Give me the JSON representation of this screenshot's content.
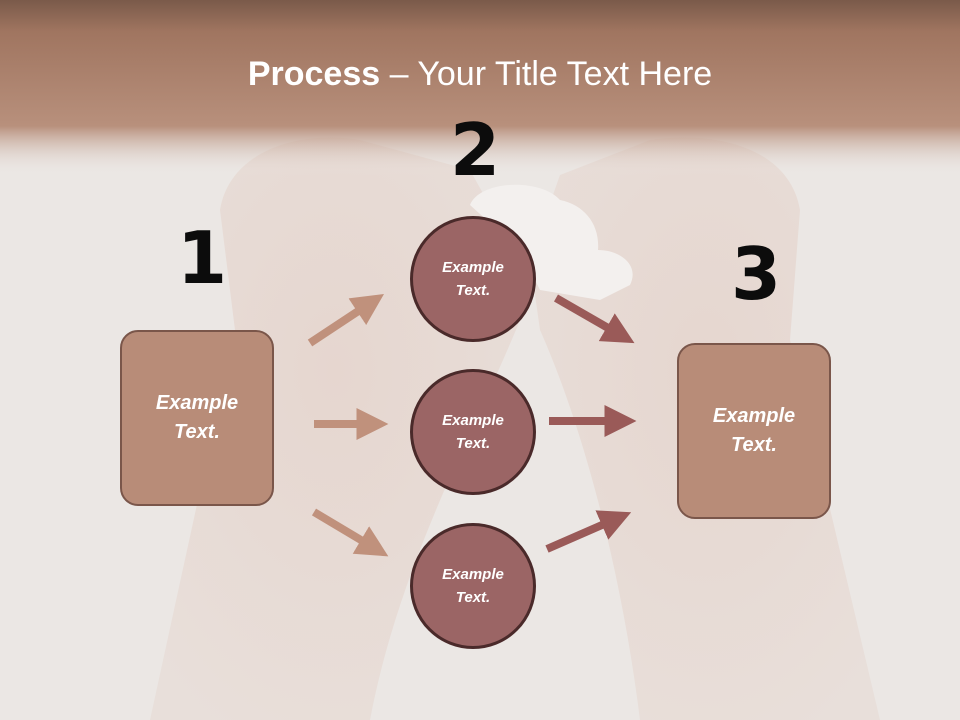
{
  "title": {
    "bold": "Process",
    "rest": " – Your Title Text Here"
  },
  "steps": {
    "one": "1",
    "two": "2",
    "three": "3"
  },
  "nodes": {
    "left": "Example\nText.",
    "right": "Example\nText.",
    "circle_top": "Example\nText.",
    "circle_middle": "Example\nText.",
    "circle_bottom": "Example\nText."
  },
  "colors": {
    "header": "#a87a62",
    "box_fill": "#b88c78",
    "circle_fill": "#9b6565",
    "arrow_left": "#c0917c",
    "arrow_right": "#9a5a58"
  }
}
